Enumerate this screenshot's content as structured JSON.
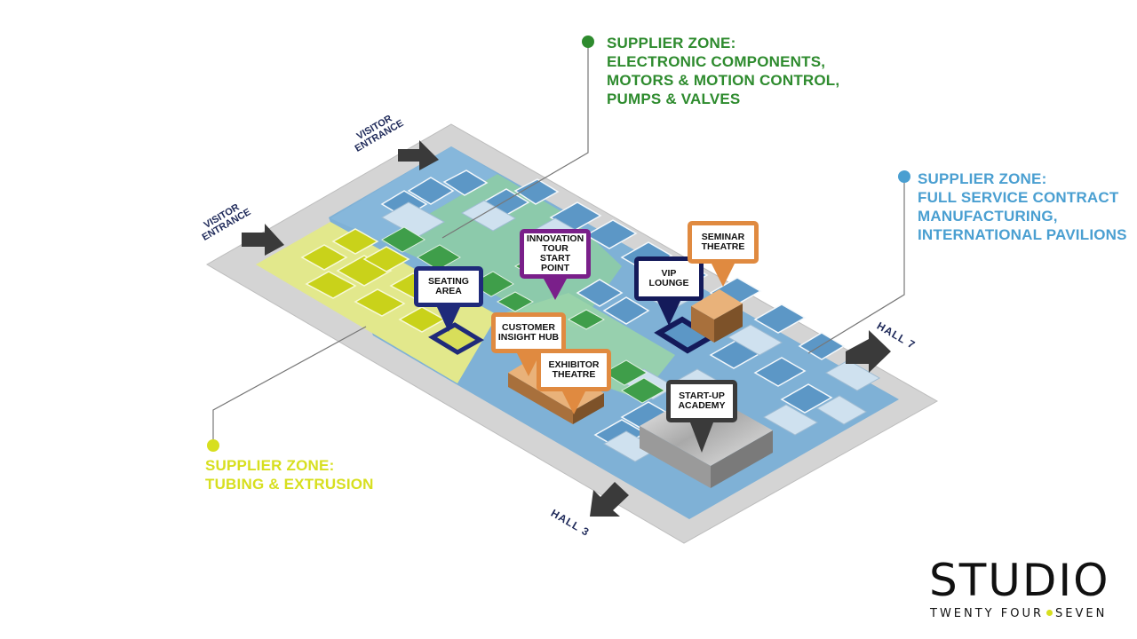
{
  "colors": {
    "green": "#2e8b2e",
    "blue": "#4a9fd1",
    "yellow": "#d7df1f",
    "navy": "#1f2a7a",
    "purple": "#7a1f8a",
    "orange": "#e08a40",
    "dark": "#3a3a3a"
  },
  "zones": {
    "green": {
      "title": "SUPPLIER ZONE:",
      "lines": [
        "ELECTRONIC COMPONENTS,",
        "MOTORS & MOTION CONTROL,",
        "PUMPS & VALVES"
      ]
    },
    "blue": {
      "title": "SUPPLIER ZONE:",
      "lines": [
        "FULL SERVICE CONTRACT",
        "MANUFACTURING,",
        "INTERNATIONAL PAVILIONS"
      ]
    },
    "yellow": {
      "title": "SUPPLIER ZONE:",
      "lines": [
        "TUBING & EXTRUSION"
      ]
    }
  },
  "markers": {
    "seating": {
      "line1": "SEATING",
      "line2": "AREA"
    },
    "innovation": {
      "line1": "INNOVATION",
      "line2": "TOUR START",
      "line3": "POINT"
    },
    "vip": {
      "line1": "VIP",
      "line2": "LOUNGE"
    },
    "seminar": {
      "line1": "SEMINAR",
      "line2": "THEATRE"
    },
    "customer": {
      "line1": "CUSTOMER",
      "line2": "INSIGHT HUB"
    },
    "exhibitor": {
      "line1": "EXHIBITOR",
      "line2": "THEATRE"
    },
    "startup": {
      "line1": "START-UP",
      "line2": "ACADEMY"
    }
  },
  "entrances": {
    "top": {
      "line1": "VISITOR",
      "line2": "ENTRANCE"
    },
    "left": {
      "line1": "VISITOR",
      "line2": "ENTRANCE"
    }
  },
  "halls": {
    "hall7": "HALL 7",
    "hall3": "HALL 3"
  },
  "logo": {
    "main": "STUDIO",
    "sub_left": "TWENTY FOUR",
    "sub_right": "SEVEN"
  }
}
